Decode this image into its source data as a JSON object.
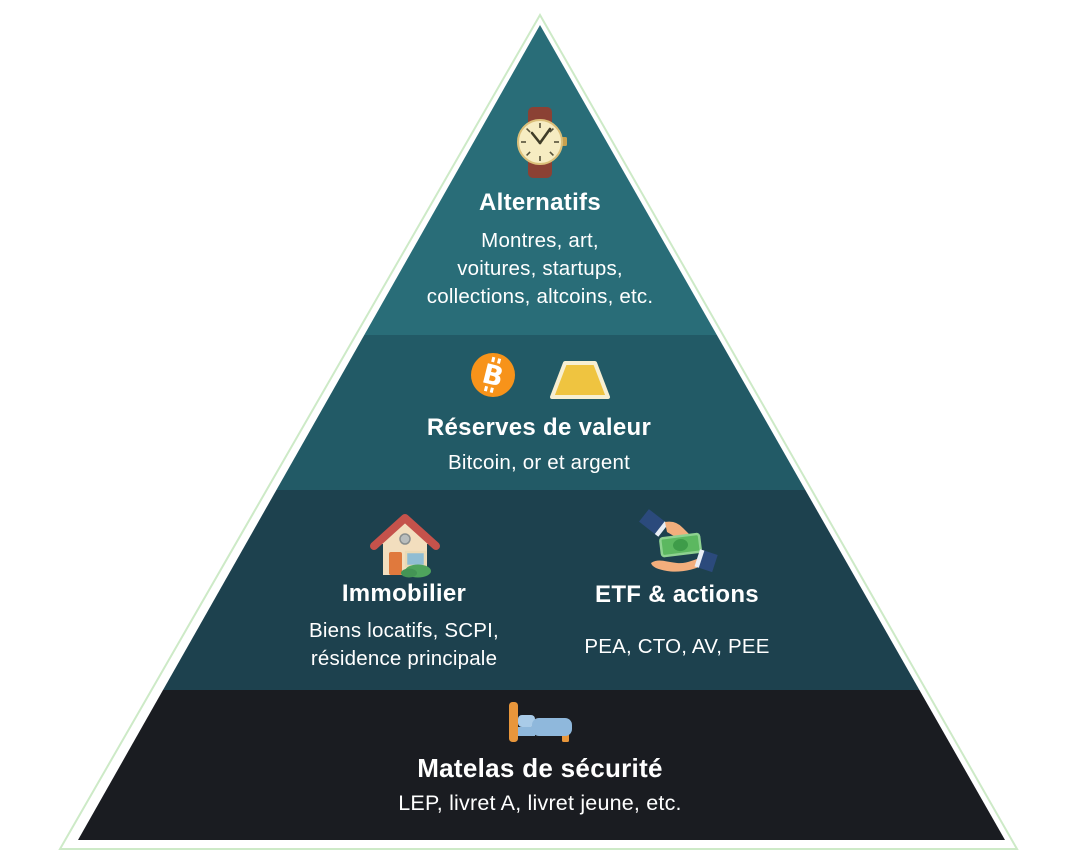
{
  "diagram": {
    "type": "investment-pyramid",
    "language": "fr"
  },
  "colors": {
    "background": "#ffffff",
    "outline_green": "#cdeac7",
    "tier1": "#296D78",
    "tier2": "#225A66",
    "tier3": "#1D414E",
    "tier4": "#1A1C21",
    "text": "#ffffff",
    "bitcoin_orange": "#F7931A",
    "gold": "#EFC440"
  },
  "icons": {
    "bitcoin_glyph": "B"
  },
  "tiers": [
    {
      "name": "alternatifs",
      "icon": "watch-icon",
      "title": "Alternatifs",
      "subtitle_lines": [
        "Montres, art,",
        "voitures, startups,",
        "collections, altcoins, etc."
      ]
    },
    {
      "name": "reserves-de-valeur",
      "icon": "bitcoin-icon gold-bar-icon",
      "title": "Réserves de valeur",
      "subtitle_lines": [
        "Bitcoin, or et argent"
      ]
    },
    {
      "name": "immobilier-etf",
      "columns": [
        {
          "icon": "house-icon",
          "title": "Immobilier",
          "subtitle_lines": [
            "Biens locatifs, SCPI,",
            "résidence principale"
          ]
        },
        {
          "icon": "hand-money-icon",
          "title": "ETF & actions",
          "subtitle_lines": [
            "PEA, CTO, AV, PEE"
          ]
        }
      ]
    },
    {
      "name": "matelas-de-securite",
      "icon": "bed-icon",
      "title": "Matelas de sécurité",
      "subtitle_lines": [
        "LEP, livret A, livret jeune, etc."
      ]
    }
  ]
}
